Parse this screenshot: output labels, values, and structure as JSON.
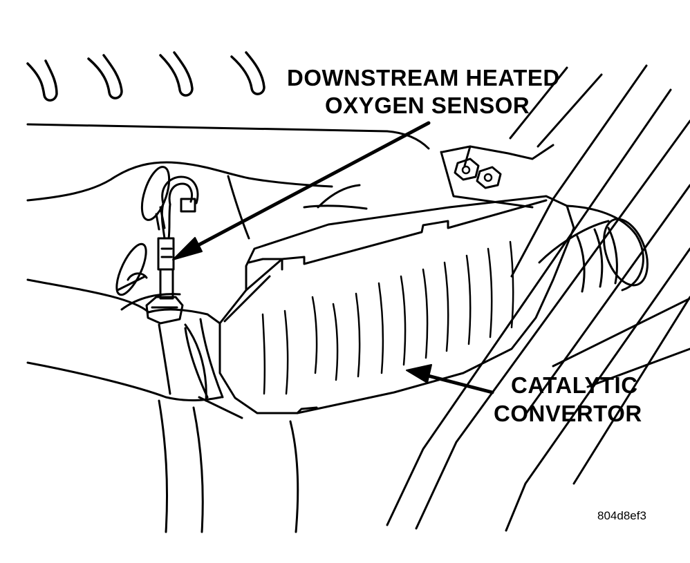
{
  "labels": {
    "oxygen_sensor": [
      "DOWNSTREAM HEATED",
      "OXYGEN SENSOR"
    ],
    "catalytic_convertor": [
      "CATALYTIC",
      "CONVERTOR"
    ]
  },
  "figure_code": "804d8ef3",
  "colors": {
    "line": "#000000",
    "background": "#ffffff"
  }
}
